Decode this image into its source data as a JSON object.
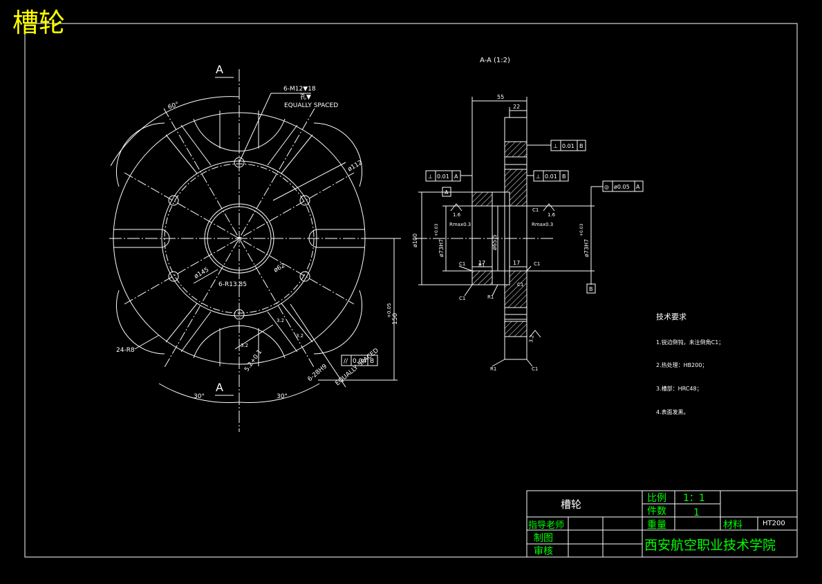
{
  "header": {
    "title": "槽轮"
  },
  "section_label": "A-A (1:2)",
  "front_view": {
    "section_mark_top": "A",
    "section_mark_bottom": "A",
    "angle_top": "60°",
    "angle_left": "30°",
    "angle_right": "30°",
    "thread_note_1": "6-M12▼18",
    "thread_note_2": "孔▼",
    "thread_note_3": "EQUALLY SPACED",
    "dia_112": "ø112",
    "dia_145": "ø145",
    "dia_62": "ø62",
    "radius_slots": "6-R13.85",
    "radius_outer": "24-R8",
    "dim_150": "150",
    "dim_150_tol": "+0.05",
    "slot_width": "5.2+0.1",
    "slot_count": "6-28H9",
    "equally_spaced": "EQUALLY SPACED",
    "tol_frame": {
      "symbol": "//",
      "value": "0.04",
      "datum": "B"
    },
    "rough_1": "3.2",
    "rough_2": "3.2",
    "rough_3": "3.2"
  },
  "section_view": {
    "dim_55": "55",
    "dim_22": "22",
    "dim_100": "ø100",
    "dim_73_left": "ø73H7",
    "dim_73_left_tol": "+0.03",
    "dim_65": "ø65.5",
    "dim_73_right": "ø73H7",
    "dim_73_right_tol": "+0.03",
    "dim_17_left": "17",
    "dim_17_right": "17",
    "rough_1": "1.6",
    "rough_2": "1.6",
    "rough_3": "3.2",
    "rmax_left": "Rmax0.3",
    "rmax_right": "Rmax0.3",
    "chamfers": [
      "C1",
      "C1",
      "C1",
      "C1",
      "C1",
      "C1"
    ],
    "r1_labels": [
      "R1",
      "R1",
      "R1"
    ],
    "tol_frame_1": {
      "symbol": "⊥",
      "value": "0.01",
      "datum": "B"
    },
    "tol_frame_2": {
      "symbol": "⊥",
      "value": "0.01",
      "datum": "A"
    },
    "tol_frame_3": {
      "symbol": "⊥",
      "value": "0.01",
      "datum": "B"
    },
    "tol_frame_4": {
      "symbol": "◎",
      "value": "ø0.05",
      "datum": "A"
    },
    "datum_a": "A",
    "datum_b": "B"
  },
  "notes": {
    "heading": "技术要求",
    "items": [
      "1.锐边倒钝，未注倒角C1；",
      "2.热处理：HB200；",
      "3.槽部：HRC48；",
      "4.表面发黑。"
    ]
  },
  "title_block": {
    "part_name": "槽轮",
    "scale_label": "比例",
    "scale_value": "1：1",
    "qty_label": "件数",
    "qty_value": "1",
    "weight_label": "重量",
    "material_label": "材料",
    "material_value": "HT200",
    "advisor_label": "指导老师",
    "drawn_label": "制图",
    "checked_label": "审核",
    "school": "西安航空职业技术学院"
  },
  "colors": {
    "background": "#000000",
    "line": "#ffffff",
    "title": "#ffff00",
    "titleblock_text": "#00ff00"
  }
}
